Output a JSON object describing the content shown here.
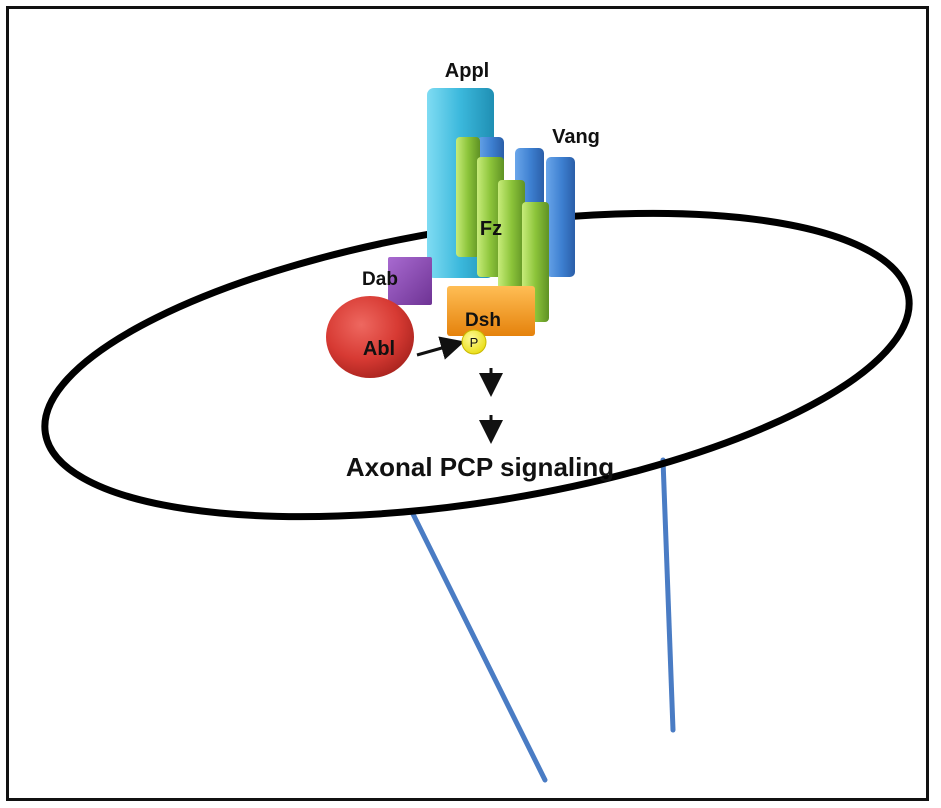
{
  "diagram": {
    "labels": {
      "appl": "Appl",
      "vang": "Vang",
      "fz": "Fz",
      "dab": "Dab",
      "dsh": "Dsh",
      "abl": "Abl",
      "phospho": "P",
      "pathway": "Axonal PCP signaling"
    },
    "colors": {
      "membrane": "#000000",
      "axon": "#4a7cc4",
      "appl": "#3bb8dc",
      "vang": "#3d7fd0",
      "fz": "#8cc43a",
      "dab": "#8a4bb0",
      "dsh": "#f39a1e",
      "abl": "#d73a33",
      "phospho": "#f2ec2a",
      "arrow": "#111111"
    }
  }
}
